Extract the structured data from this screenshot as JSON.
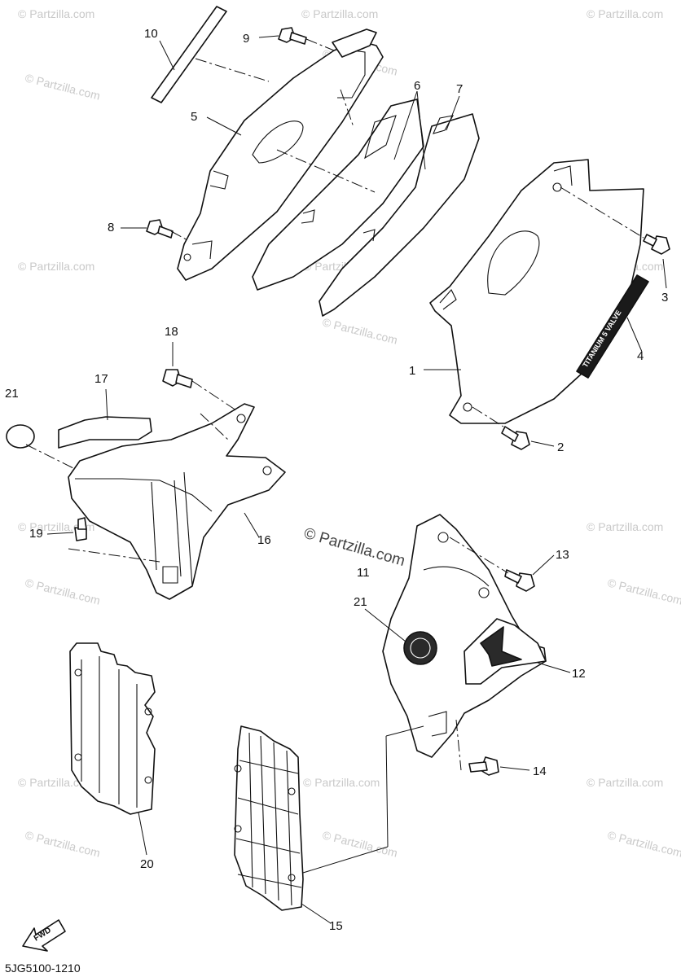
{
  "watermark": "© Partzilla.com",
  "center_watermark": "© Partzilla.com",
  "diagram_code": "5JG5100-1210",
  "fwd_label": "FWD",
  "decal_text": "TITANIUM 5 VALVE",
  "callouts": [
    "10",
    "9",
    "5",
    "6",
    "7",
    "8",
    "3",
    "4",
    "1",
    "2",
    "18",
    "17",
    "21",
    "16",
    "19",
    "13",
    "11",
    "21",
    "12",
    "14",
    "20",
    "15"
  ]
}
